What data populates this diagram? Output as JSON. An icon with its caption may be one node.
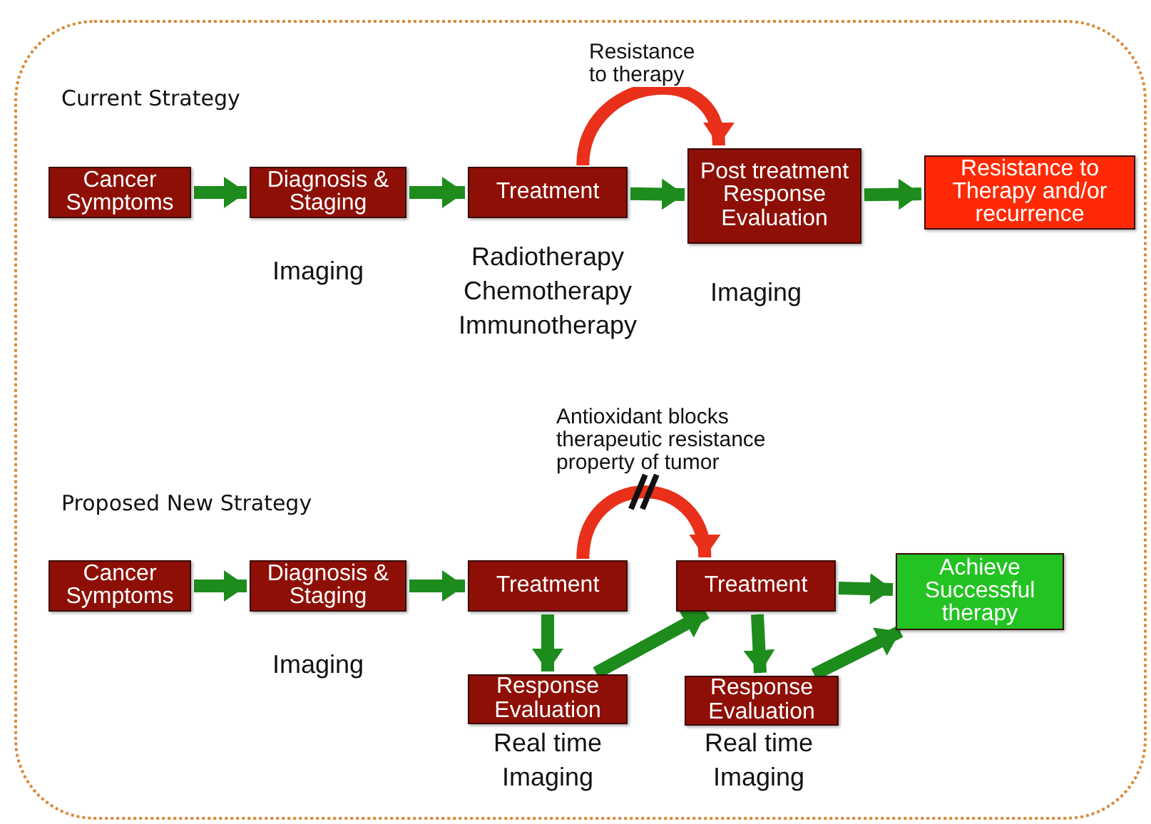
{
  "diagram": {
    "nodes": [
      {
        "text": [
          "Cancer Symptoms"
        ]
      },
      {
        "text": [
          "Diagnosis & Staging"
        ],
        "beside": [
          "Imaging"
        ]
      },
      {
        "text": [
          "Treatment"
        ],
        "beside": [
          "Radiotherapy",
          "Chemotherapy",
          "Immunotherapy"
        ]
      },
      {
        "text": [
          "Post treatment Response Evaluation"
        ],
        "beside": [
          "Imaging"
        ]
      },
      {
        "text": [
          "Resistance to Therapy and/or recurrence"
        ]
      },
      {
        "text": [
          "Cancer Symptoms"
        ]
      },
      {
        "text": [
          "Diagnosis & Staging"
        ],
        "beside": [
          "Imaging"
        ]
      },
      {
        "text": [
          "Treatment"
        ]
      },
      {
        "text": [
          "Treatment"
        ]
      },
      {
        "text": [
          "Achieve Successful therapy"
        ]
      },
      {
        "text": [
          "Response Evaluation"
        ],
        "beside": [
          "Real time Imaging"
        ]
      },
      {
        "text": [
          "Response Evaluation"
        ],
        "beside": [
          "Real time Imaging"
        ]
      }
    ],
    "edges": [
      {
        "from": 0,
        "to": 1,
        "arrow": "to"
      },
      {
        "from": 1,
        "to": 2,
        "arrow": "to"
      },
      {
        "from": 2,
        "to": 3,
        "arrow": "to"
      },
      {
        "from": 3,
        "to": 4,
        "arrow": "to"
      },
      {
        "from": 2,
        "to": 3,
        "arrow": "to",
        "color": "#e8301a",
        "label": "Resistance to therapy"
      },
      {
        "from": 5,
        "to": 6,
        "arrow": "to"
      },
      {
        "from": 6,
        "to": 7,
        "arrow": "to"
      },
      {
        "from": 7,
        "to": 10,
        "arrow": "to"
      },
      {
        "from": 10,
        "to": 8,
        "arrow": "to"
      },
      {
        "from": 8,
        "to": 11,
        "arrow": "to"
      },
      {
        "from": 8,
        "to": 9,
        "arrow": "to"
      },
      {
        "from": 7,
        "to": 8,
        "arrow": "to",
        "color": "#e8301a",
        "label": "Antioxidant blocks therapeutic resistance property of tumor"
      },
      {
        "from": 11,
        "to": 9,
        "arrow": "to"
      }
    ],
    "labels": [
      "Current Strategy",
      "Proposed New Strategy"
    ]
  }
}
